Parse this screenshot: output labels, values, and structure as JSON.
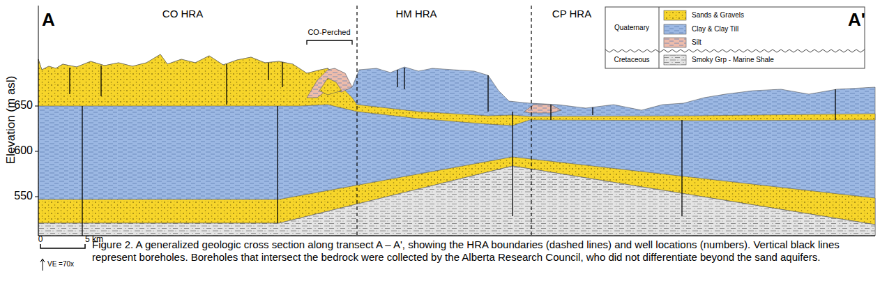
{
  "diagram": {
    "caption": "Figure 2. A generalized geologic cross section along transect A – A', showing the HRA boundaries (dashed lines) and well locations (numbers). Vertical black lines represent boreholes. Boreholes that intersect the bedrock were collected by the Alberta Research Council, who did not differentiate beyond the sand aquifers.",
    "labels": [
      "A",
      "A'",
      "CO HRA",
      "HM HRA",
      "CP HRA",
      "CO-Perched",
      "Elevation (m asl)",
      "650",
      "600",
      "550",
      "Quaternary",
      "Cretaceous",
      "0",
      "5 km",
      "VE =70x"
    ],
    "legend": [
      {
        "text": "Sands & Gravels",
        "color": "#f7d52a"
      },
      {
        "text": "Clay & Clay Till",
        "color": "#9cb8e3"
      },
      {
        "text": "Silt",
        "color": "#eebcab"
      },
      {
        "text": "Smoky Grp - Marine Shale",
        "color": "#e4e4e4"
      }
    ]
  }
}
